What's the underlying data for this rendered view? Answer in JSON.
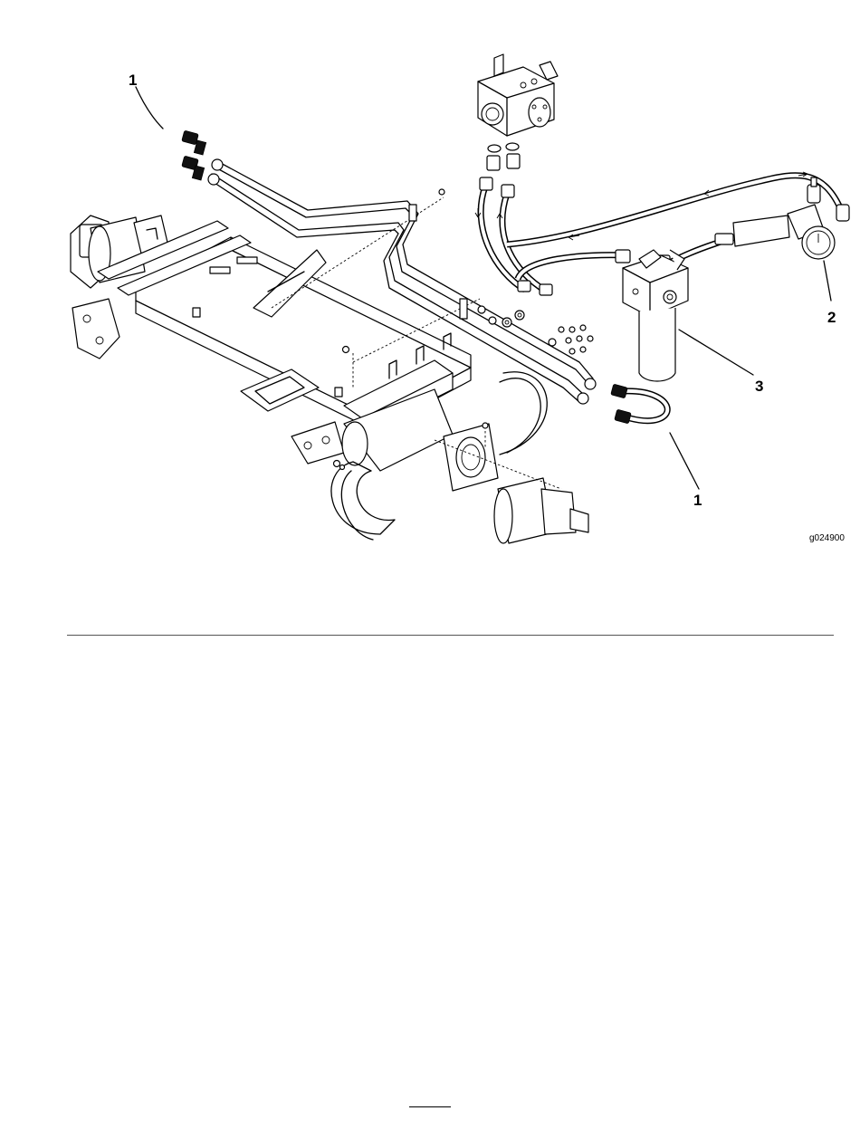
{
  "figure": {
    "callouts": {
      "c1_top": "1",
      "c1_bottom": "1",
      "c2": "2",
      "c3": "3"
    },
    "figure_id": "g024900"
  }
}
